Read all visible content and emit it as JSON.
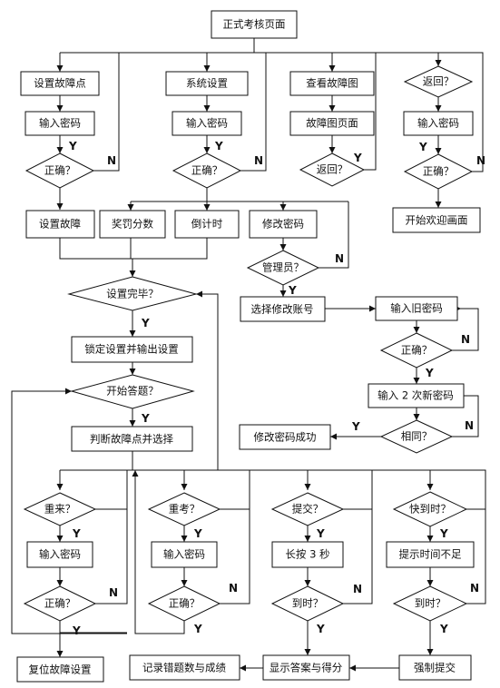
{
  "nodes": {
    "top": "正式考核页面",
    "set_fault_point": "设置故障点",
    "system_settings": "系统设置",
    "view_fault_diagram": "查看故障图",
    "return_q_top": "返回？",
    "pw_1": "输入密码",
    "pw_2": "输入密码",
    "fault_diagram_page": "故障图页面",
    "pw_3": "输入密码",
    "correct_1": "正确？",
    "correct_2": "正确？",
    "return_q_2": "返回？",
    "correct_3": "正确？",
    "start_welcome": "开始欢迎画面",
    "set_fault": "设置故障",
    "reward_penalty": "奖罚分数",
    "countdown": "倒计时",
    "change_password": "修改密码",
    "admin_q": "管理员？",
    "settings_done_q": "设置完毕？",
    "select_account": "选择修改账号",
    "input_old_pw": "输入旧密码",
    "lock_output": "锁定设置并输出设置",
    "correct_4": "正确？",
    "start_answer_q": "开始答题？",
    "input_new_pw_twice": "输入 2 次新密码",
    "judge_select": "判断故障点并选择",
    "pw_change_success": "修改密码成功",
    "same_q": "相同？",
    "redo_q": "重来？",
    "retake_q": "重考？",
    "submit_q": "提交？",
    "time_almost_q": "快到时？",
    "pw_4": "输入密码",
    "pw_5": "输入密码",
    "long_press": "长按 3 秒",
    "time_short": "提示时间不足",
    "correct_5": "正确？",
    "correct_6": "正确？",
    "time_up_1": "到时？",
    "time_up_2": "到时？",
    "reset_fault": "复位故障设置",
    "record_errors": "记录错题数与成绩",
    "show_answers": "显示答案与得分",
    "force_submit": "强制提交"
  },
  "yes_label": "Y",
  "no_label": "N"
}
